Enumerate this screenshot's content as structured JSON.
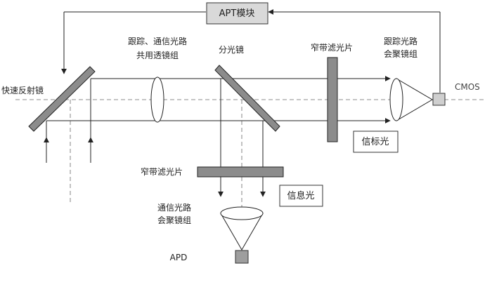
{
  "apt_module": "APT模块",
  "fsm": "快速反射镜",
  "shared_lens_group": [
    "跟踪、通信光路",
    "共用透镜组"
  ],
  "beam_splitter": "分光镜",
  "narrowband_filter_top": "窄带滤光片",
  "narrowband_filter_bottom": "窄带滤光片",
  "tracking_lens_group": [
    "跟踪光路",
    "会聚镜组"
  ],
  "cmos": "CMOS",
  "beacon_light": "信标光",
  "info_light": "信息光",
  "comm_lens_group": [
    "通信光路",
    "会聚镜组"
  ],
  "apd": "APD"
}
